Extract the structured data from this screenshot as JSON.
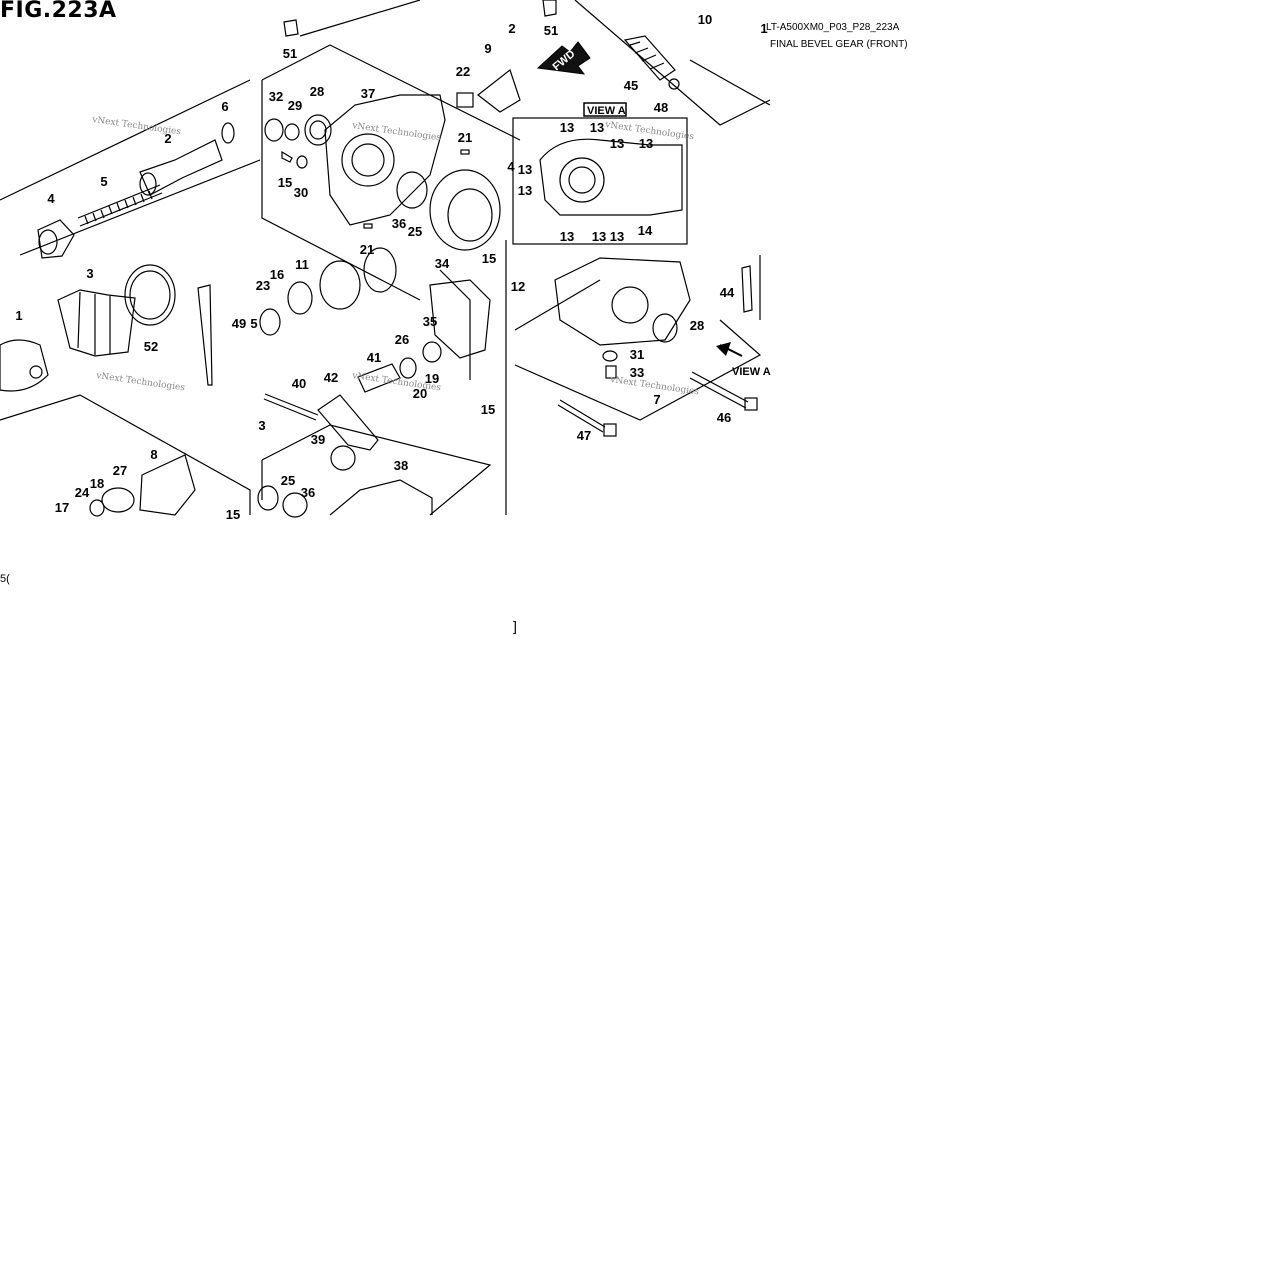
{
  "figure": {
    "title": "FIG.223A",
    "code": "LT-A500XM0_P03_P28_223A",
    "caption": "FINAL BEVEL GEAR (FRONT)"
  },
  "labels": {
    "fwd": "FWD",
    "view_a_box": "VIEW A",
    "view_a_arrow": "VIEW A",
    "watermark": "vNext Technologies",
    "stray_left": "5(",
    "stray_bracket": "]"
  },
  "callouts": [
    {
      "id": "c1",
      "text": "1"
    },
    {
      "id": "c2",
      "text": "2"
    },
    {
      "id": "c3",
      "text": "3"
    },
    {
      "id": "c4",
      "text": "4"
    },
    {
      "id": "c5",
      "text": "5"
    },
    {
      "id": "c6",
      "text": "6"
    },
    {
      "id": "c7",
      "text": "7"
    },
    {
      "id": "c8",
      "text": "8"
    },
    {
      "id": "c9",
      "text": "9"
    },
    {
      "id": "c10",
      "text": "10"
    },
    {
      "id": "c11",
      "text": "11"
    },
    {
      "id": "c12",
      "text": "12"
    },
    {
      "id": "c13a",
      "text": "13"
    },
    {
      "id": "c13b",
      "text": "13"
    },
    {
      "id": "c13c",
      "text": "13"
    },
    {
      "id": "c13d",
      "text": "13"
    },
    {
      "id": "c13e",
      "text": "13"
    },
    {
      "id": "c13f",
      "text": "13"
    },
    {
      "id": "c13g",
      "text": "13"
    },
    {
      "id": "c13h",
      "text": "13"
    },
    {
      "id": "c13i",
      "text": "13"
    },
    {
      "id": "c14",
      "text": "14"
    },
    {
      "id": "c15a",
      "text": "15"
    },
    {
      "id": "c15b",
      "text": "15"
    },
    {
      "id": "c15c",
      "text": "15"
    },
    {
      "id": "c15d",
      "text": "15"
    },
    {
      "id": "c16",
      "text": "16"
    },
    {
      "id": "c17",
      "text": "17"
    },
    {
      "id": "c18",
      "text": "18"
    },
    {
      "id": "c19",
      "text": "19"
    },
    {
      "id": "c20",
      "text": "20"
    },
    {
      "id": "c21a",
      "text": "21"
    },
    {
      "id": "c21b",
      "text": "21"
    },
    {
      "id": "c22",
      "text": "22"
    },
    {
      "id": "c23",
      "text": "23"
    },
    {
      "id": "c24",
      "text": "24"
    },
    {
      "id": "c25a",
      "text": "25"
    },
    {
      "id": "c25b",
      "text": "25"
    },
    {
      "id": "c26",
      "text": "26"
    },
    {
      "id": "c27",
      "text": "27"
    },
    {
      "id": "c28a",
      "text": "28"
    },
    {
      "id": "c28b",
      "text": "28"
    },
    {
      "id": "c29",
      "text": "29"
    },
    {
      "id": "c30",
      "text": "30"
    },
    {
      "id": "c31",
      "text": "31"
    },
    {
      "id": "c32",
      "text": "32"
    },
    {
      "id": "c33",
      "text": "33"
    },
    {
      "id": "c34",
      "text": "34"
    },
    {
      "id": "c35",
      "text": "35"
    },
    {
      "id": "c36a",
      "text": "36"
    },
    {
      "id": "c36b",
      "text": "36"
    },
    {
      "id": "c37",
      "text": "37"
    },
    {
      "id": "c38",
      "text": "38"
    },
    {
      "id": "c39",
      "text": "39"
    },
    {
      "id": "c40",
      "text": "40"
    },
    {
      "id": "c41",
      "text": "41"
    },
    {
      "id": "c42",
      "text": "42"
    },
    {
      "id": "c44",
      "text": "44"
    },
    {
      "id": "c45",
      "text": "45"
    },
    {
      "id": "c46",
      "text": "46"
    },
    {
      "id": "c47",
      "text": "47"
    },
    {
      "id": "c48",
      "text": "48"
    },
    {
      "id": "c49",
      "text": "49"
    },
    {
      "id": "c51a",
      "text": "51"
    },
    {
      "id": "c51b",
      "text": "51"
    },
    {
      "id": "c52",
      "text": "52"
    },
    {
      "id": "c2b",
      "text": "2"
    },
    {
      "id": "c4b",
      "text": "4"
    },
    {
      "id": "c1b",
      "text": "1"
    },
    {
      "id": "c5b",
      "text": "5"
    },
    {
      "id": "c3b",
      "text": "3"
    }
  ],
  "colors": {
    "ink": "#000000",
    "paper": "#ffffff",
    "watermark": "#888888"
  }
}
